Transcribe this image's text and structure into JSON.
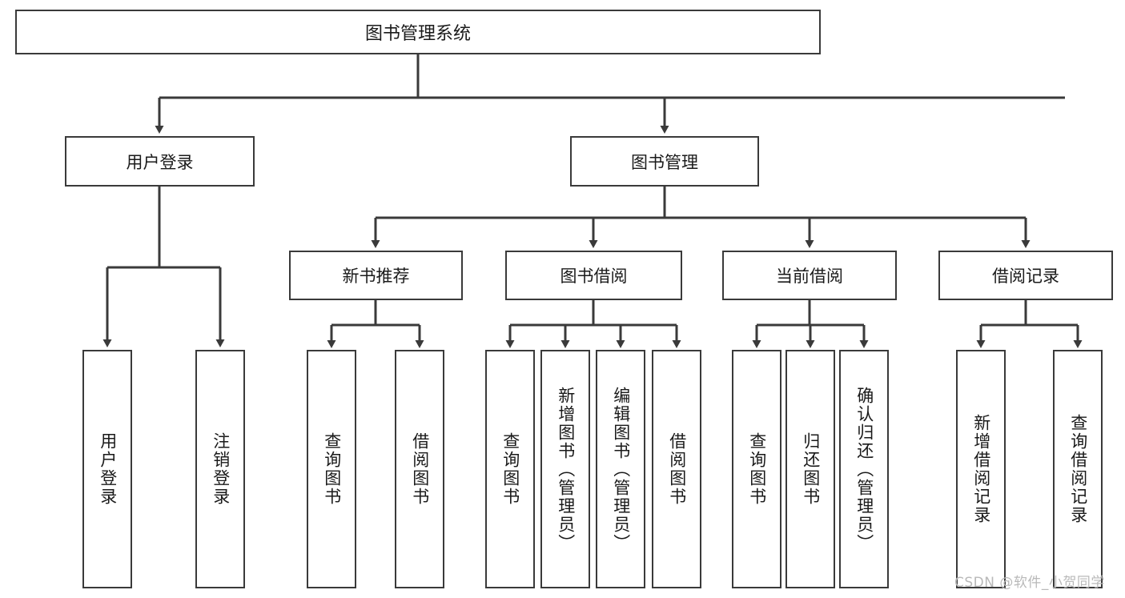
{
  "diagram": {
    "type": "tree",
    "title": "图书管理系统",
    "watermark": "CSDN @软件_小贺同学",
    "colors": {
      "box_border": "#3a3a3a",
      "box_fill": "#ffffff",
      "edge": "#3a3a3a",
      "text": "#1a1a1a",
      "watermark": "#b9b9b9"
    },
    "root": {
      "label": "图书管理系统"
    },
    "level1": [
      {
        "label": "用户登录"
      },
      {
        "label": "图书管理"
      }
    ],
    "level2": [
      {
        "label": "新书推荐"
      },
      {
        "label": "图书借阅"
      },
      {
        "label": "当前借阅"
      },
      {
        "label": "借阅记录"
      }
    ],
    "leaves": {
      "user_login": [
        {
          "label": "用户登录"
        },
        {
          "label": "注销登录"
        }
      ],
      "new_book_recommend": [
        {
          "label": "查询图书"
        },
        {
          "label": "借阅图书"
        }
      ],
      "book_borrow": [
        {
          "label": "查询图书"
        },
        {
          "label": "新增图书（管理员）"
        },
        {
          "label": "编辑图书（管理员）"
        },
        {
          "label": "借阅图书"
        }
      ],
      "current_borrow": [
        {
          "label": "查询图书"
        },
        {
          "label": "归还图书"
        },
        {
          "label": "确认归还（管理员）"
        }
      ],
      "borrow_record": [
        {
          "label": "新增借阅记录"
        },
        {
          "label": "查询借阅记录"
        }
      ]
    }
  }
}
